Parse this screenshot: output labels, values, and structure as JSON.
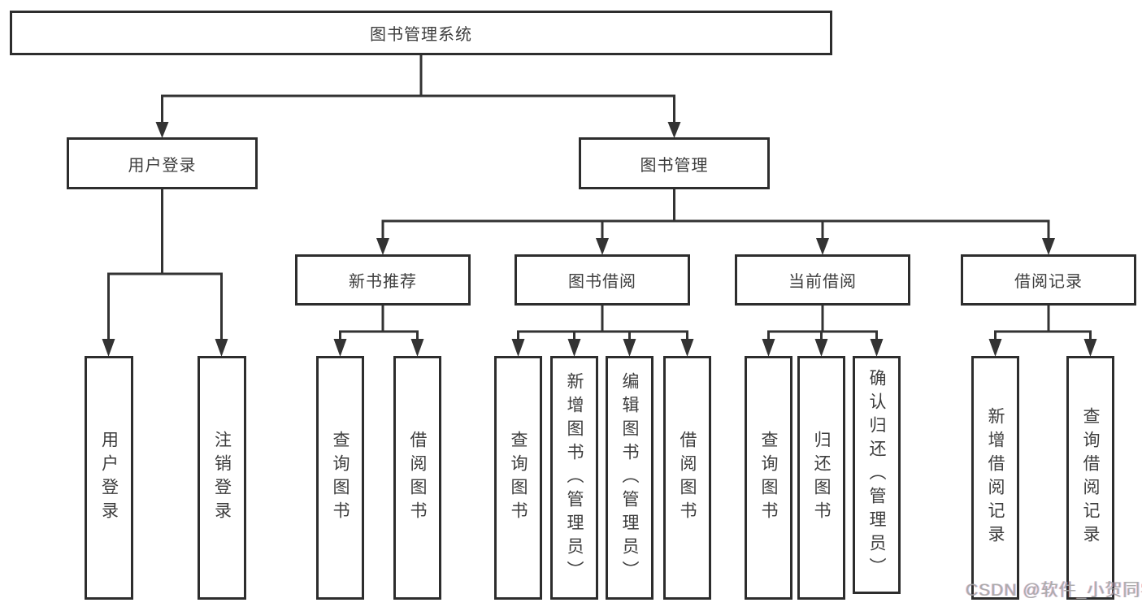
{
  "tree": {
    "root": "图书管理系统",
    "level2": [
      {
        "label": "用户登录",
        "children": [
          "用户登录",
          "注销登录"
        ]
      },
      {
        "label": "图书管理",
        "children": [
          {
            "label": "新书推荐",
            "children": [
              "查询图书",
              "借阅图书"
            ]
          },
          {
            "label": "图书借阅",
            "children": [
              "查询图书",
              "新增图书（管理员）",
              "编辑图书（管理员）",
              "借阅图书"
            ]
          },
          {
            "label": "当前借阅",
            "children": [
              "查询图书",
              "归还图书",
              "确认归还（管理员）"
            ]
          },
          {
            "label": "借阅记录",
            "children": [
              "新增借阅记录",
              "查询借阅记录"
            ]
          }
        ]
      }
    ]
  },
  "watermark": "CSDN @软件_小贺同学",
  "colors": {
    "line": "#333333",
    "box_border": "#2d2d2d",
    "text": "#3d3d3d",
    "watermark": "#a3a3a3",
    "background": "#ffffff"
  }
}
